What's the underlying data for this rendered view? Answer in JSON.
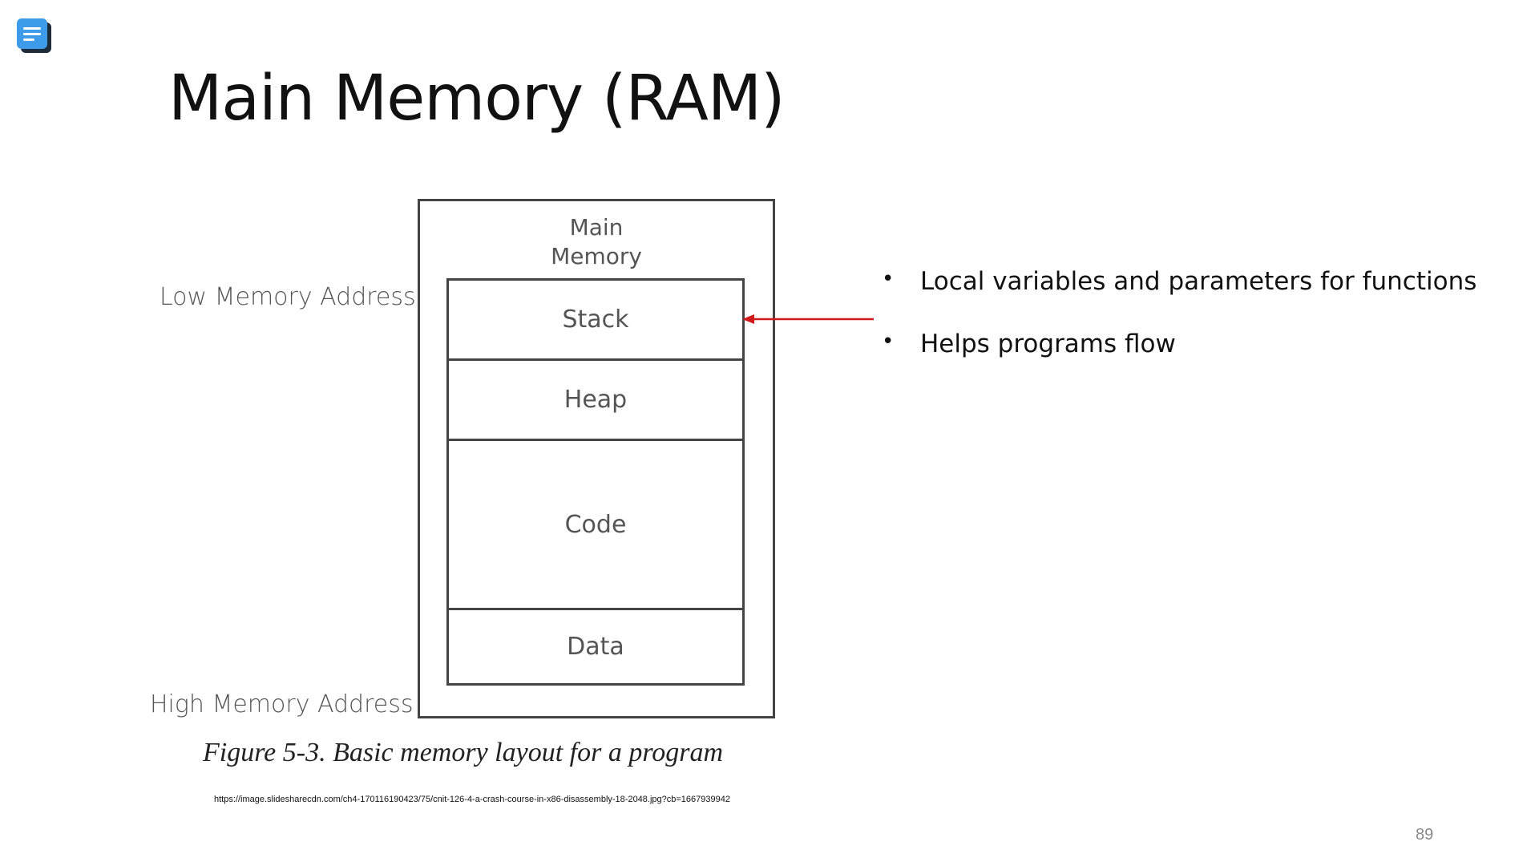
{
  "slide": {
    "title": "Main Memory (RAM)",
    "page_number": "89"
  },
  "icons": {
    "notes_icon": "notes-icon"
  },
  "diagram": {
    "outer_label": [
      "Main",
      "Memory"
    ],
    "low_address_label": "Low Memory Address",
    "high_address_label": "High Memory Address",
    "segments": [
      {
        "label": "Stack"
      },
      {
        "label": "Heap"
      },
      {
        "label": "Code"
      },
      {
        "label": "Data"
      }
    ],
    "caption": "Figure 5-3. Basic memory layout for a program",
    "source_url": "https://image.slidesharecdn.com/ch4-170116190423/75/cnit-126-4-a-crash-course-in-x86-disassembly-18-2048.jpg?cb=1667939942",
    "arrow_color": "#d0191b"
  },
  "bullets": [
    {
      "marker": "•",
      "text": "Local variables and parameters for functions"
    },
    {
      "marker": "•",
      "text": "Helps programs flow"
    }
  ]
}
